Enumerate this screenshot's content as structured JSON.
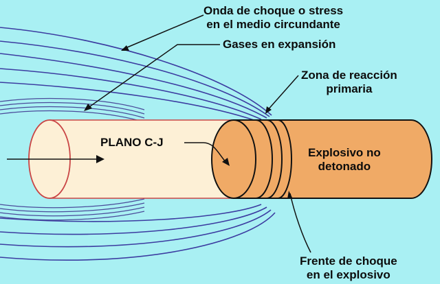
{
  "labels": {
    "shock_wave": [
      "Onda de choque o stress",
      "en el medio circundante"
    ],
    "expanding_gases": "Gases en expansión",
    "reaction_zone": [
      "Zona de reacción",
      "primaria"
    ],
    "cj_plane": "PLANO C-J",
    "undetonated": [
      "Explosivo no",
      "detonado"
    ],
    "shock_front": [
      "Frente de choque",
      "en el explosivo"
    ]
  },
  "colors": {
    "background": "#a9f0f3",
    "gas_column": "#fdf0d6",
    "gas_column_edge": "#c94545",
    "explosive": "#f0aa66",
    "explosive_edge": "#111111",
    "wave_lines": "#3b3ba0",
    "expansion_hatch": "#4a4a9a",
    "text": "#0c0c0c"
  }
}
